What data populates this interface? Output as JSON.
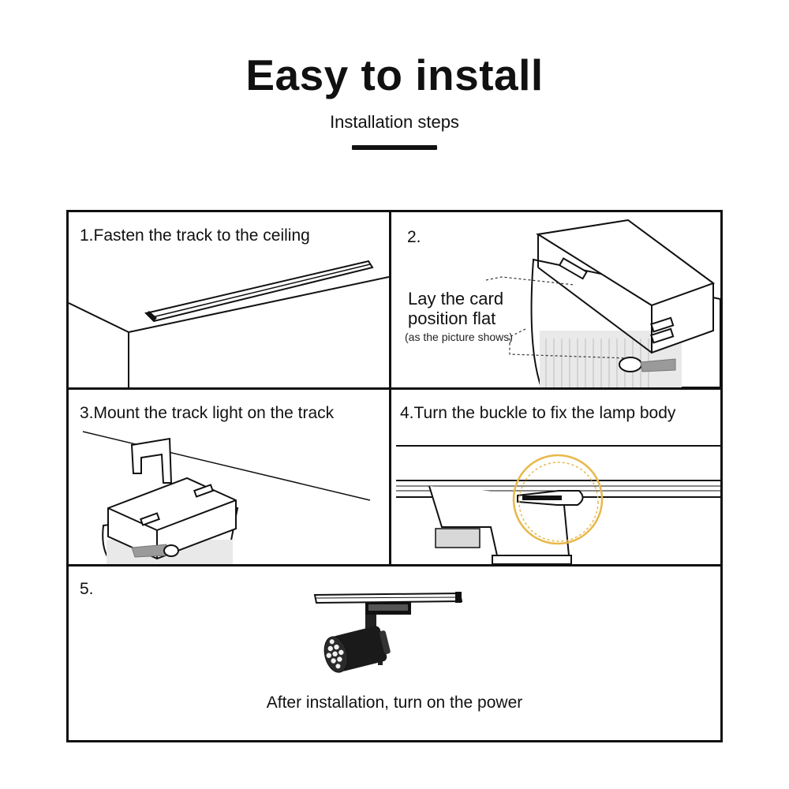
{
  "header": {
    "title": "Easy to install",
    "subtitle": "Installation steps"
  },
  "steps": [
    {
      "label": "1.Fasten the track to the ceiling"
    },
    {
      "label": "2.",
      "note_line1": "Lay the card",
      "note_line2": "position flat",
      "note_paren": "(as the picture shows)"
    },
    {
      "label": "3.Mount the track light on the track"
    },
    {
      "label": "4.Turn the buckle to fix the lamp body"
    },
    {
      "label": "5.",
      "caption": "After installation, turn on the power"
    }
  ],
  "colors": {
    "line": "#111111",
    "highlight_circle": "#e8b84a",
    "buckle": "#9a9a9a"
  }
}
